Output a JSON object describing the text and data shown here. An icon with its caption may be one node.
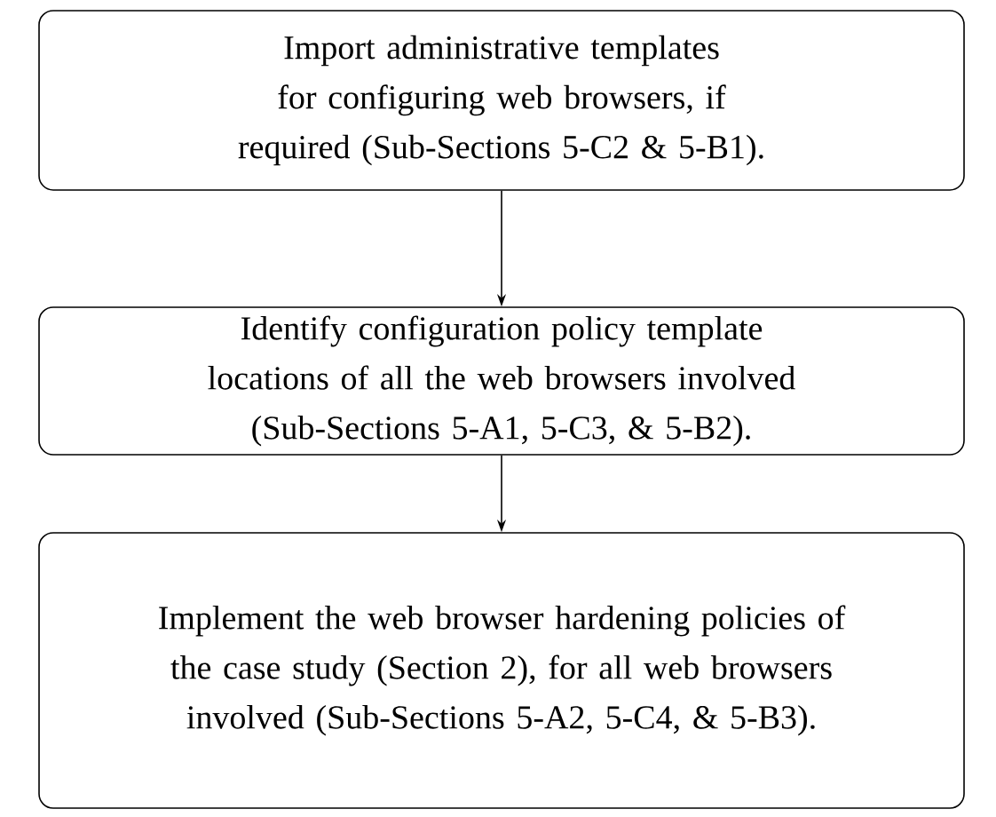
{
  "diagram": {
    "nodes": [
      {
        "text": [
          "Import administrative templates for configuring web browsers, if required (Sub-Sections 5-C2 & 5-B1)."
        ]
      },
      {
        "text": [
          "Identify configuration policy template locations of all the web browsers involved (Sub-Sections 5-A1, 5-C3, & 5-B2)."
        ]
      },
      {
        "text": [
          "Implement the web browser hardening policies of the case study (Section 2), for all web browsers involved (Sub-Sections 5-A2, 5-C4, & 5-B3)."
        ]
      }
    ],
    "edges": [
      {
        "from": 0,
        "to": 1,
        "arrow": "to"
      },
      {
        "from": 1,
        "to": 2,
        "arrow": "to"
      }
    ]
  }
}
